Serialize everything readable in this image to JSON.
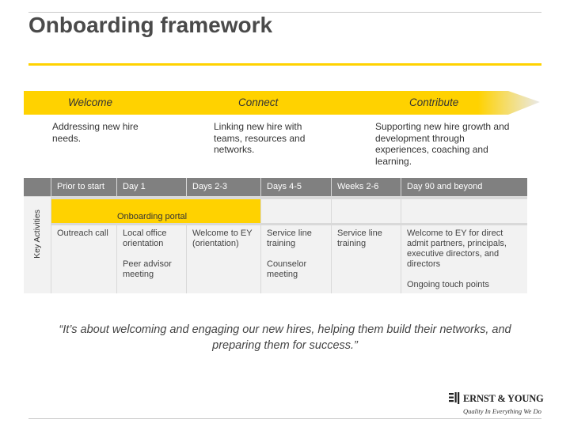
{
  "title": "Onboarding framework",
  "phases": [
    {
      "label": "Welcome",
      "description": "Addressing new hire needs."
    },
    {
      "label": "Connect",
      "description": "Linking new hire with teams, resources and networks."
    },
    {
      "label": "Contribute",
      "description": "Supporting new hire growth and development through experiences, coaching and learning."
    }
  ],
  "table": {
    "row_label": "Key Activities",
    "columns": [
      "Prior to start",
      "Day 1",
      "Days 2-3",
      "Days 4-5",
      "Weeks 2-6",
      "Day 90 and beyond"
    ],
    "portal": "Onboarding portal",
    "cells": {
      "prior": "Outreach call",
      "day1_a": "Local office orientation",
      "day1_b": "Peer advisor meeting",
      "days23": "Welcome to EY (orientation)",
      "days45_a": "Service line training",
      "days45_b": "Counselor meeting",
      "weeks26": "Service line training",
      "day90_a": "Welcome to EY for direct admit partners, principals, executive directors, and directors",
      "day90_b": "Ongoing touch points"
    }
  },
  "quote": "“It’s about welcoming and engaging our new hires, helping them build their networks, and preparing them for success.”",
  "logo": {
    "name": "ERNST & YOUNG",
    "tagline": "Quality In Everything We Do"
  },
  "colors": {
    "accent": "#ffd200",
    "header_gray": "#808080",
    "light_gray": "#f2f2f2"
  }
}
